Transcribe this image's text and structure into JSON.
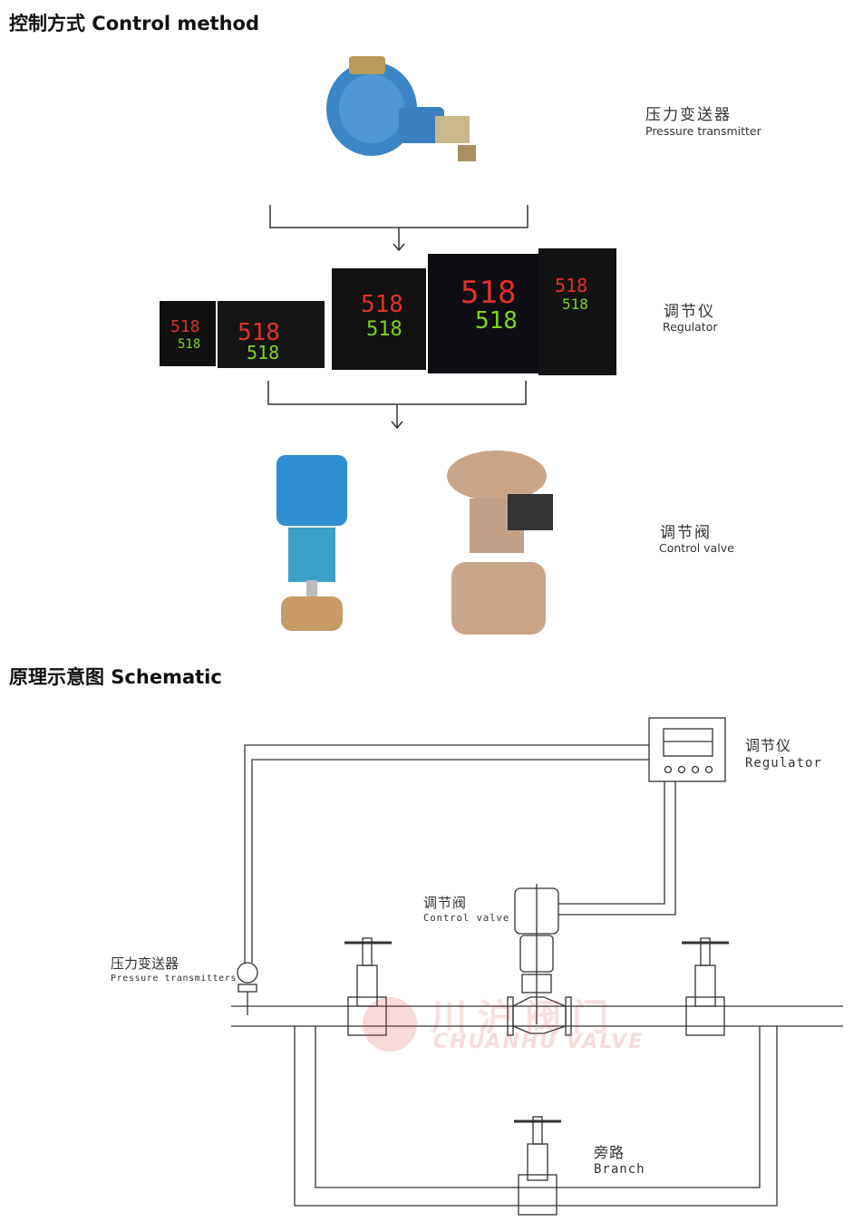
{
  "section1": {
    "title": "控制方式  Control method",
    "pressure_transmitter": {
      "cn": "压力变送器",
      "en": "Pressure transmitter"
    },
    "regulator": {
      "cn": "调节仪",
      "en": "Regulator",
      "display_pv": "518",
      "display_sv": "518"
    },
    "control_valve": {
      "cn": "调节阀",
      "en": "Control valve"
    }
  },
  "section2": {
    "title": "原理示意图  Schematic",
    "regulator": {
      "cn": "调节仪",
      "en": "Regulator"
    },
    "control_valve": {
      "cn": "调节阀",
      "en": "Control valve"
    },
    "pressure_transmitter": {
      "cn": "压力变送器",
      "en": "Pressure transmitters"
    },
    "branch": {
      "cn": "旁路",
      "en": "Branch"
    },
    "watermark": {
      "cn": "川沪阀门",
      "en": "CHUANHU VALVE"
    }
  },
  "colors": {
    "transmitter_blue": "#3b86c6",
    "valve_tan": "#c9a58a",
    "display_red": "#e0302a",
    "display_green": "#7ed321"
  }
}
